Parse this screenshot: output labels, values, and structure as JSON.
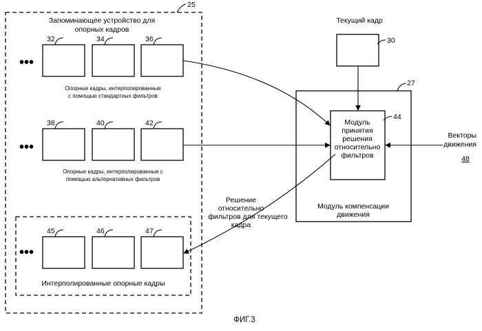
{
  "storage": {
    "title_line1": "Запоминающее устройство для",
    "title_line2": "опорных кадров",
    "ref": "25"
  },
  "row1": {
    "refs": [
      "32",
      "34",
      "36"
    ],
    "caption_line1": "Опорные кадры, интерполированные",
    "caption_line2": "с помощью стандартных фильтров"
  },
  "row2": {
    "refs": [
      "38",
      "40",
      "42"
    ],
    "caption_line1": "Опорные кадры, интерполированные с",
    "caption_line2": "помощью альтернативных фильтров"
  },
  "row3": {
    "refs": [
      "45",
      "46",
      "47"
    ],
    "caption": "Интерполированные опорные кадры"
  },
  "current_frame": {
    "label": "Текущий кадр",
    "ref": "30"
  },
  "decision_module": {
    "lines": [
      "Модуль",
      "принятия",
      "решения",
      "относительно",
      "фильтров"
    ],
    "ref": "44"
  },
  "mc_module": {
    "line1": "Модуль компенсации",
    "line2": "движения",
    "ref": "27"
  },
  "motion_vectors": {
    "line1": "Векторы",
    "line2": "движения",
    "ref": "48"
  },
  "filter_decision": {
    "lines": [
      "Решение",
      "относительно",
      "фильтров для текущего",
      "кадра"
    ]
  },
  "dots": "•••",
  "figure_caption": "ФИГ.3"
}
